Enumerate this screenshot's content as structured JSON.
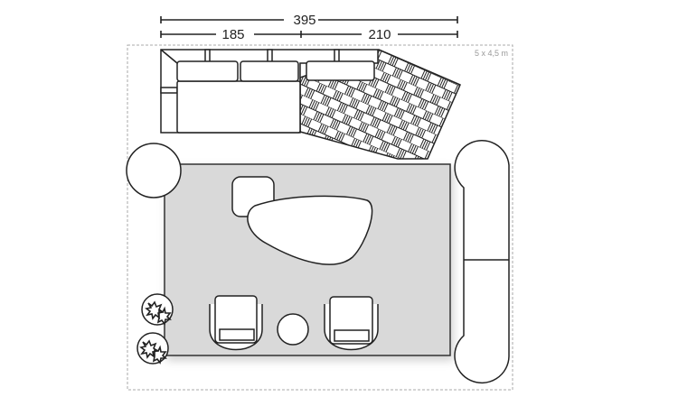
{
  "dimensions": {
    "total": "395",
    "left_section": "185",
    "right_section": "210"
  },
  "room_size": "5 x 4,5 m",
  "colors": {
    "line": "#222222",
    "rug_fill": "#d9d9d9",
    "room_border": "#aaaaaa"
  }
}
